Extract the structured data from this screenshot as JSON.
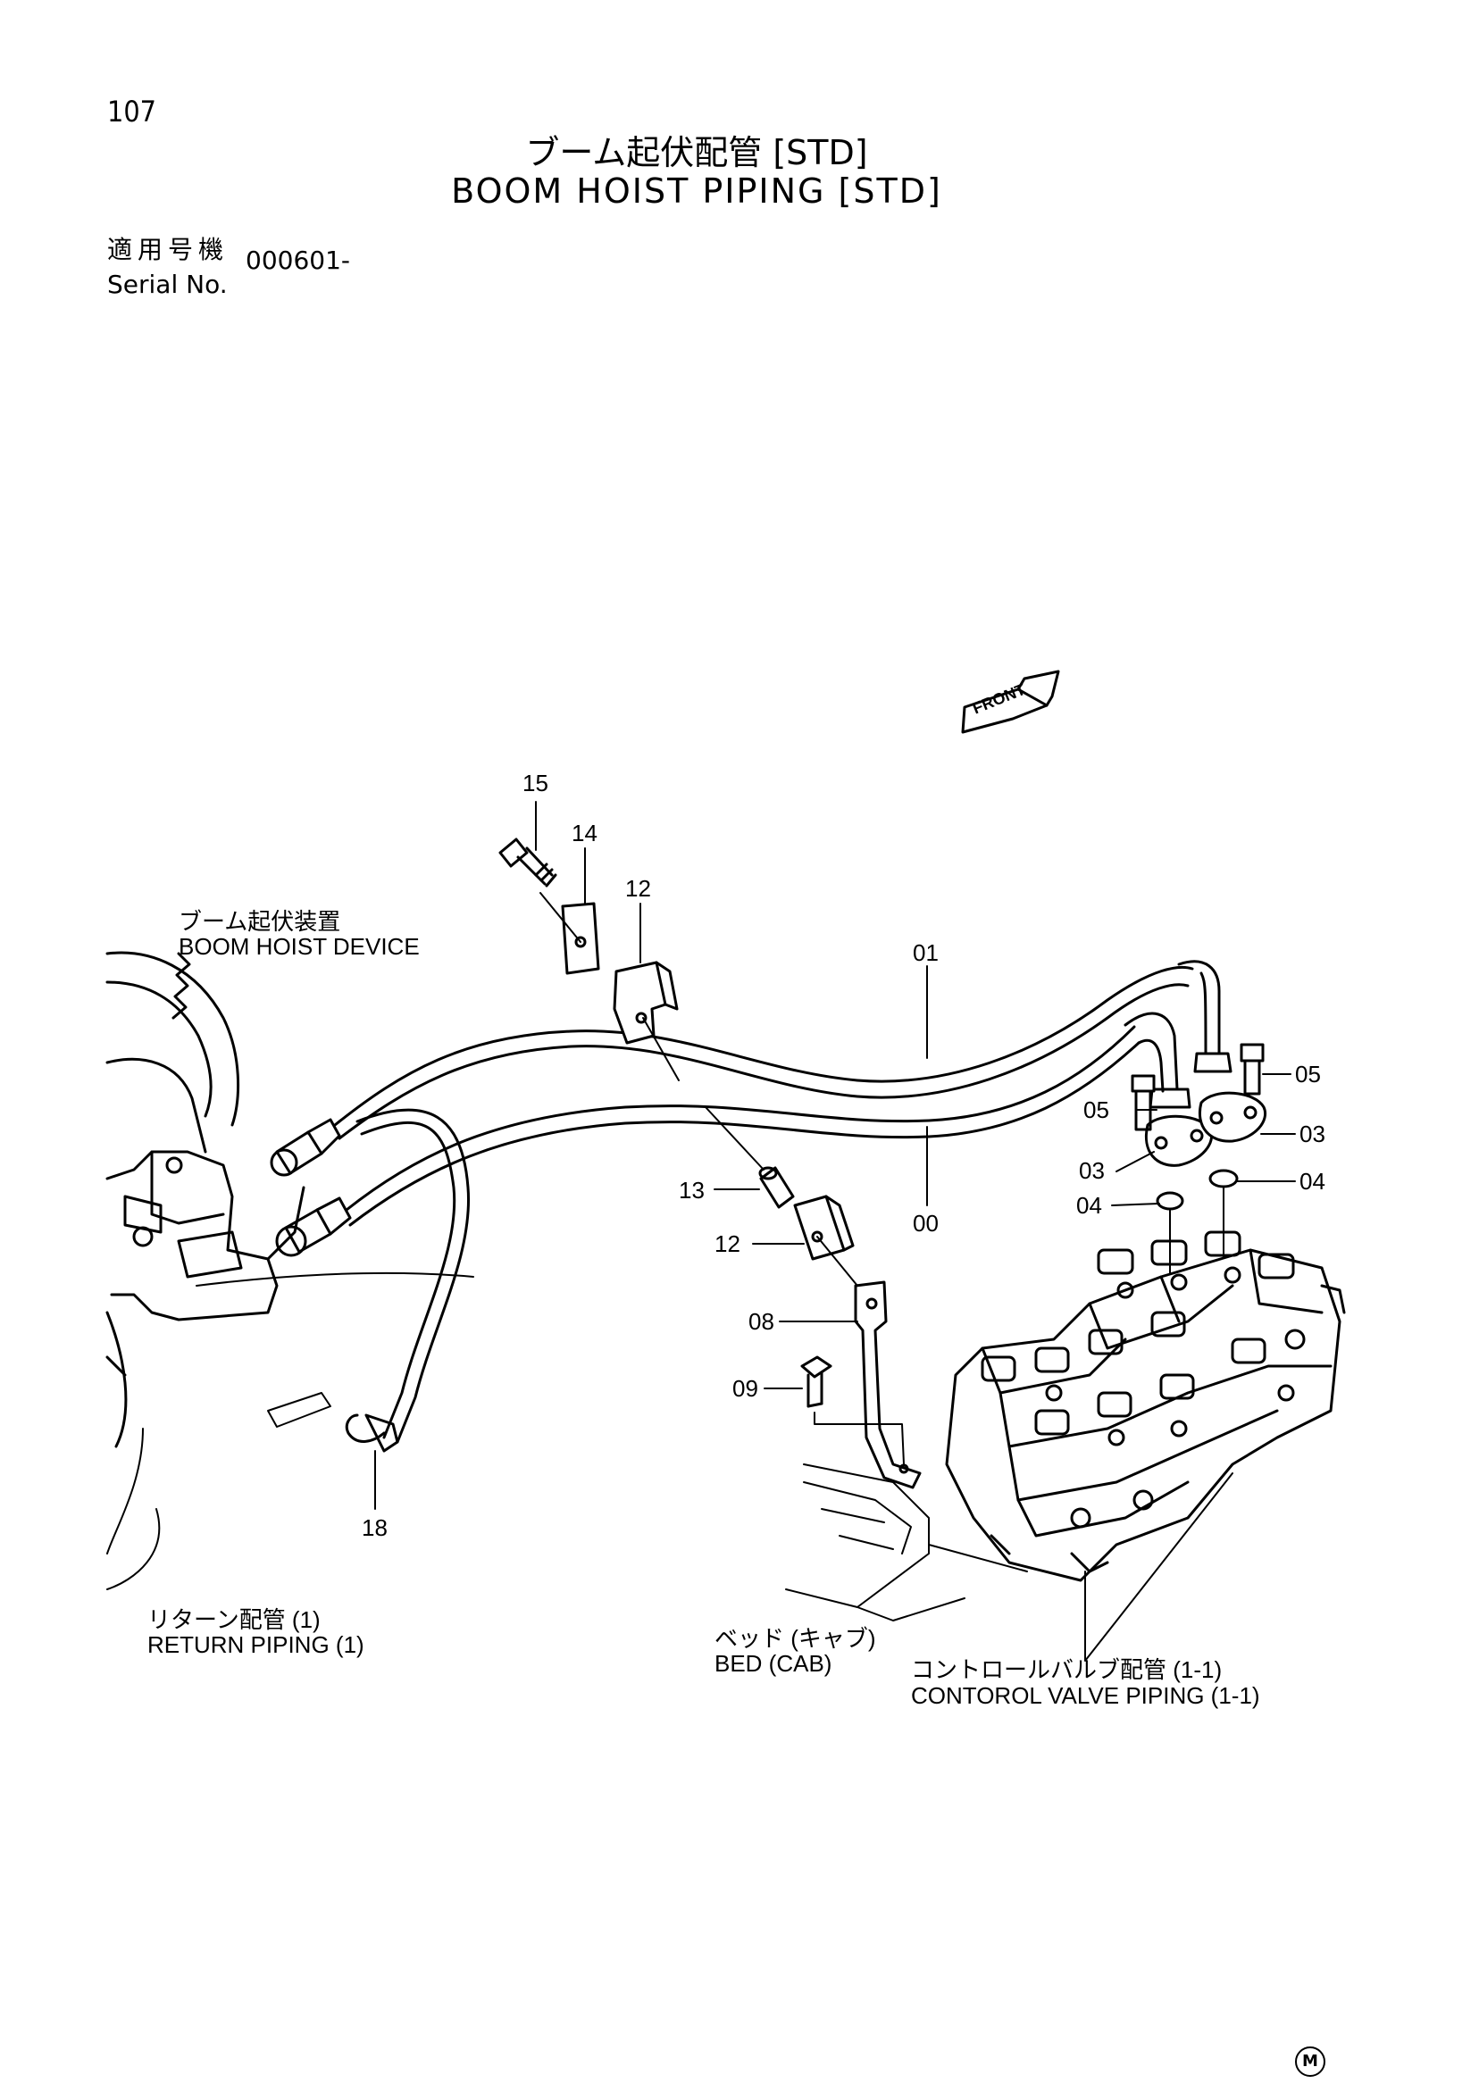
{
  "page_number": "107",
  "title_jp": "ブーム起伏配管 [STD]",
  "title_en": "BOOM HOIST PIPING [STD]",
  "serial": {
    "label_jp": "適用号機",
    "label_en": "Serial No.",
    "value": "000601-"
  },
  "front_label": "FRONT",
  "labels": {
    "boom_hoist_device_jp": "ブーム起伏装置",
    "boom_hoist_device_en": "BOOM HOIST DEVICE",
    "return_piping_jp": "リターン配管 (1)",
    "return_piping_en": "RETURN PIPING (1)",
    "bed_jp": "ベッド (キャブ)",
    "bed_en": "BED (CAB)",
    "control_valve_jp": "コントロールバルブ配管 (1-1)",
    "control_valve_en": "CONTOROL VALVE PIPING (1-1)"
  },
  "callouts": {
    "p15": "15",
    "p14": "14",
    "p12a": "12",
    "p01": "01",
    "p05a": "05",
    "p05b": "05",
    "p03a": "03",
    "p03b": "03",
    "p04a": "04",
    "p04b": "04",
    "p13": "13",
    "p00": "00",
    "p12b": "12",
    "p08": "08",
    "p09": "09",
    "p18": "18"
  },
  "mark": "M"
}
